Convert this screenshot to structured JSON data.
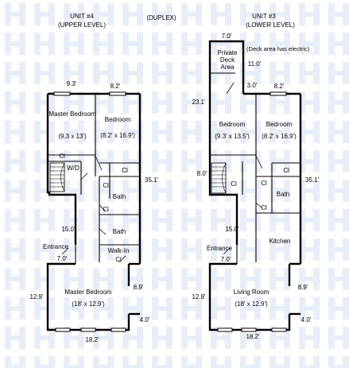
{
  "title": "(DUPLEX)",
  "watermark_color": "#e8eef7",
  "unit4": {
    "heading1": "UNIT #4",
    "heading2": "(UPPER LEVEL)",
    "dim_top_left": "9.3'",
    "dim_top_right": "8.2'",
    "master_bedroom_top": "Master Bedroom",
    "master_bedroom_top_size": "(9.3 x 13')",
    "bedroom": "Bedroom",
    "bedroom_size": "(8.2' x 16.9')",
    "closet": "Cl",
    "wd": "W/D",
    "dim_right": "35.1'",
    "bath1": "Bath",
    "bath2": "Bath",
    "dim_15": "15.0'",
    "entrance": "Entrance",
    "dim_7": "7.0'",
    "walkin": "Walk-In",
    "master_bedroom": "Master Bedroom",
    "master_bedroom_size": "(18' x 12.9')",
    "dim_129": "12.9'",
    "dim_89": "8.9'",
    "dim_40": "4.0'",
    "dim_bottom": "18.2'"
  },
  "unit3": {
    "heading1": "UNIT #3",
    "heading2": "(LOWER LEVEL)",
    "dim_deck_top": "7.0'",
    "deck1": "Private",
    "deck2": "Deck",
    "deck3": "Area",
    "deck_note": "(Deck area has electric)",
    "dim_11": "11.0'",
    "dim_30": "3.0'",
    "dim_82": "8.2'",
    "dim_231": "23.1'",
    "bedroom_left": "Bedroom",
    "bedroom_left_size": "(9.3' x 13.5')",
    "bedroom_right": "Bedroom",
    "bedroom_right_size": "(8.2' x 16.9')",
    "dim_80": "8.0'",
    "closet": "Cl",
    "bath": "Bath",
    "dim_351": "35.1'",
    "dim_15": "15.0'",
    "kitchen": "Kitchen",
    "entrance": "Entrance",
    "dim_7": "7.0'",
    "living_room": "Living Room",
    "living_room_size": "(18' x 12.9')",
    "dim_129": "12.9'",
    "dim_89": "8.9'",
    "dim_40": "4.0'",
    "dim_bottom": "18.2'"
  }
}
